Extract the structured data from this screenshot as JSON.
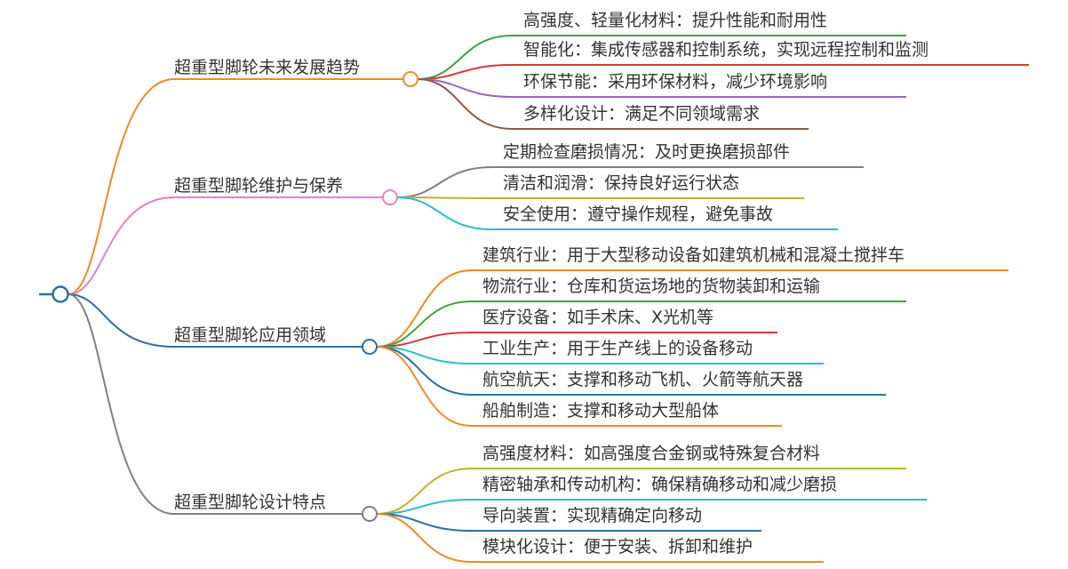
{
  "colors": {
    "text": "#333333",
    "root": "#2a6fa8",
    "orange": "#f08a24",
    "pink": "#e67fc7",
    "blue": "#2a6fa8",
    "gray": "#808080",
    "green": "#3ea33e",
    "red": "#d23b3b",
    "purple": "#9a63c9",
    "brown": "#8b5a48",
    "olive": "#b9b52b",
    "cyan": "#2bbccc"
  },
  "branches": [
    {
      "label": "超重型脚轮未来发展趋势",
      "color": "orange",
      "children": [
        {
          "label": "高强度、轻量化材料：提升性能和耐用性",
          "color": "green"
        },
        {
          "label": "智能化：集成传感器和控制系统，实现远程控制和监测",
          "color": "red"
        },
        {
          "label": "环保节能：采用环保材料，减少环境影响",
          "color": "purple"
        },
        {
          "label": "多样化设计：满足不同领域需求",
          "color": "brown"
        }
      ]
    },
    {
      "label": "超重型脚轮维护与保养",
      "color": "pink",
      "children": [
        {
          "label": "定期检查磨损情况：及时更换磨损部件",
          "color": "gray"
        },
        {
          "label": "清洁和润滑：保持良好运行状态",
          "color": "olive"
        },
        {
          "label": "安全使用：遵守操作规程，避免事故",
          "color": "cyan"
        }
      ]
    },
    {
      "label": "超重型脚轮应用领域",
      "color": "blue",
      "children": [
        {
          "label": "建筑行业：用于大型移动设备如建筑机械和混凝土搅拌车",
          "color": "orange"
        },
        {
          "label": "物流行业：仓库和货运场地的货物装卸和运输",
          "color": "green"
        },
        {
          "label": "医疗设备：如手术床、X光机等",
          "color": "red"
        },
        {
          "label": "工业生产：用于生产线上的设备移动",
          "color": "cyan"
        },
        {
          "label": "航空航天：支撑和移动飞机、火箭等航天器",
          "color": "blue"
        },
        {
          "label": "船舶制造：支撑和移动大型船体",
          "color": "orange"
        }
      ]
    },
    {
      "label": "超重型脚轮设计特点",
      "color": "gray",
      "children": [
        {
          "label": "高强度材料：如高强度合金钢或特殊复合材料",
          "color": "olive"
        },
        {
          "label": "精密轴承和传动机构：确保精确移动和减少磨损",
          "color": "cyan"
        },
        {
          "label": "导向装置：实现精确定向移动",
          "color": "blue"
        },
        {
          "label": "模块化设计：便于安装、拆卸和维护",
          "color": "orange"
        }
      ]
    }
  ]
}
